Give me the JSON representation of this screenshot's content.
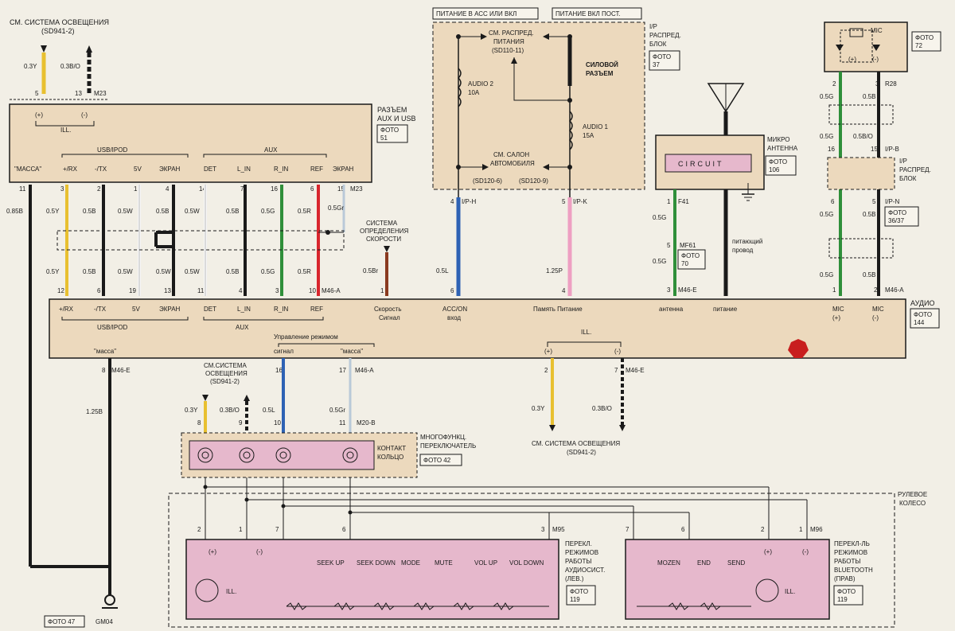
{
  "colors": {
    "background": "#f2efe6",
    "box_fill": "#ecd9bd",
    "pink_fill": "#e6b8cc",
    "yellow": "#e8c030",
    "black": "#1a1a1a",
    "white": "#f5f5f5",
    "green": "#2f8f3a",
    "red": "#d8262d",
    "blue": "#2e62b4",
    "pink": "#ee9fc2",
    "brown": "#8a3a20",
    "grey": "#b9c9d8"
  },
  "top_labels": {
    "ill_left": "СМ. СИСТЕМА ОСВЕЩЕНИЯ",
    "ill_left_ref": "(SD941-2)",
    "power_acc": "ПИТАНИЕ В АСС ИЛИ ВКЛ",
    "power_const": "ПИТАНИЕ ВКЛ ПОСТ.",
    "ip_box": [
      "I/P",
      "РАСПРЕД.",
      "БЛОК"
    ],
    "ip_photo": [
      "ФОТО",
      "37"
    ],
    "mic": "MIC",
    "mic_photo": [
      "ФОТО",
      "72"
    ]
  },
  "wire_labels": {
    "w03y": "0.3Y",
    "w03bo": "0.3B/O",
    "pin5": "5",
    "pin13": "13",
    "m23": "M23",
    "plus": "(+)",
    "minus": "(-)",
    "ill": "ILL."
  },
  "aux_connector": {
    "title": [
      "РАЗЪЕМ",
      "AUX И USB"
    ],
    "photo": [
      "ФОТО",
      "51"
    ],
    "group_usb": "USB/IPOD",
    "group_aux": "AUX",
    "pins": [
      "\"МАССА\"",
      "+/RX",
      "-/TX",
      "5V",
      "ЭКРАН",
      "DET",
      "L_IN",
      "R_IN",
      "REF",
      "ЭКРАН"
    ],
    "pin_numbers": [
      "11",
      "3",
      "2",
      "1",
      "4",
      "14",
      "7",
      "16",
      "6",
      "15"
    ],
    "m23": "M23"
  },
  "wires_mid": {
    "w085b": "0.85B",
    "w05y": "0.5Y",
    "w05b": "0.5B",
    "w05w": "0.5W",
    "w05g": "0.5G",
    "w05r": "0.5R",
    "w05gr": "0.5Gr",
    "w05br": "0.5Br",
    "w05l": "0.5L",
    "w125p": "1.25P",
    "w05bo": "0.5B/O",
    "w125b": "1.25B",
    "w03y": "0.3Y",
    "w03bo": "0.3B/O"
  },
  "power_box": {
    "dist": [
      "СМ. РАСПРЕД.",
      "ПИТАНИЯ",
      "(SD110-11)"
    ],
    "audio2": [
      "AUDIO 2",
      "10A"
    ],
    "power_conn": [
      "СИЛОВОЙ",
      "РАЗЪЕМ"
    ],
    "audio1": [
      "AUDIO 1",
      "15A"
    ],
    "salon": [
      "СМ. САЛОН",
      "АВТОМОБИЛЯ"
    ],
    "ref1": "(SD120-6)",
    "ref2": "(SD120-9)",
    "pin4": "4",
    "iph": "I/P-H",
    "pin5": "5",
    "ipk": "I/P-K"
  },
  "antenna": {
    "label": [
      "МИКРО",
      "АНТЕННА"
    ],
    "photo": [
      "ФОТО",
      "106"
    ],
    "circuit": "CIRCUIT",
    "f41": "F41",
    "mf61": "MF61",
    "photo70": [
      "ФОТО",
      "70"
    ],
    "feed": [
      "питающий",
      "провод"
    ],
    "pin1": "1",
    "pin5": "5",
    "pin3": "3",
    "m46e": "M46-E"
  },
  "mic_side": {
    "r28": "R28",
    "ipb": "I/P-B",
    "ip_box": [
      "I/P",
      "РАСПРЕД.",
      "БЛОК"
    ],
    "ipn": "I/P-N",
    "photo": [
      "ФОТО",
      "36/37"
    ],
    "m46a": "M46-A",
    "pins_top": [
      "2",
      "3"
    ],
    "pins_b": [
      "16",
      "15"
    ],
    "pins_n": [
      "6",
      "5"
    ],
    "pins_a": [
      "1",
      "2"
    ]
  },
  "speed": {
    "label": [
      "СИСТЕМА",
      "ОПРЕДЕЛЕНИЯ",
      "СКОРОСТИ"
    ]
  },
  "audio_unit": {
    "title": "АУДИО",
    "photo": [
      "ФОТО",
      "144"
    ],
    "pins": [
      "+/RX",
      "-/TX",
      "5V",
      "ЭКРАН",
      "DET",
      "L_IN",
      "R_IN",
      "REF"
    ],
    "pin_numbers": [
      "12",
      "6",
      "19",
      "13",
      "11",
      "4",
      "3",
      "10"
    ],
    "m46a": "M46-A",
    "usb": "USB/IPOD",
    "aux": "AUX",
    "speed_sig": [
      "Скорость",
      "Сигнал"
    ],
    "acc": [
      "ACC/ON",
      "вход"
    ],
    "mem": "Память Питание",
    "ant": "антенна",
    "pwr": "питание",
    "mic_plus": [
      "MIC",
      "(+)"
    ],
    "mic_minus": [
      "MIC",
      "(-)"
    ],
    "mode_ctrl": "Управление режимом",
    "signal": "сигнал",
    "mass_q": "\"масса\"",
    "ill": "ILL.",
    "pin1": "1",
    "pin6": "6",
    "pin4": "4"
  },
  "lower": {
    "pin8": "8",
    "m46e": "M46-E",
    "pin16": "16",
    "pin17": "17",
    "m46a": "M46-A",
    "pin2": "2",
    "pin7": "7",
    "ill_center": "СМ.СИСТЕМА",
    "ill_center2": "ОСВЕЩЕНИЯ",
    "ill_center_ref": "(SD941-2)",
    "ill_bottom": "СМ. СИСТЕМА ОСВЕЩЕНИЯ",
    "ill_bottom_ref": "(SD941-2)",
    "pins_m20": [
      "8",
      "9",
      "10",
      "11"
    ],
    "m20b": "M20-B",
    "contact": [
      "КОНТАКТ",
      "КОЛЬЦО"
    ],
    "multi": [
      "МНОГОФУНКЦ.",
      "ПЕРЕКЛЮЧАТЕЛЬ"
    ],
    "photo42": "ФОТО 42",
    "photo47": "ФОТО 47",
    "gm04": "GM04"
  },
  "steering": {
    "title": [
      "РУЛЕВОЕ",
      "КОЛЕСО"
    ],
    "left_pins": [
      "2",
      "1",
      "7",
      "6",
      "3"
    ],
    "m95": "M95",
    "right_pins": [
      "7",
      "6",
      "2",
      "1"
    ],
    "m96": "M96",
    "audio_sw": [
      "ПЕРЕКЛ.",
      "РЕЖИМОВ",
      "РАБОТЫ",
      "АУДИОСИСТ.",
      "(ЛЕВ.)"
    ],
    "audio_photo": [
      "ФОТО",
      "119"
    ],
    "bt_sw": [
      "ПЕРЕКЛ-ЛЬ",
      "РЕЖИМОВ",
      "РАБОТЫ",
      "BLUETOOTH",
      "(ПРАВ)"
    ],
    "bt_photo": [
      "ФОТО",
      "119"
    ],
    "buttons_left": [
      "SEEK UP",
      "SEEK DOWN",
      "MODE",
      "MUTE",
      "VOL UP",
      "VOL DOWN"
    ],
    "buttons_right": [
      "MOZEN",
      "END",
      "SEND"
    ],
    "ill": "ILL.",
    "plus": "(+)",
    "minus": "(-)"
  }
}
